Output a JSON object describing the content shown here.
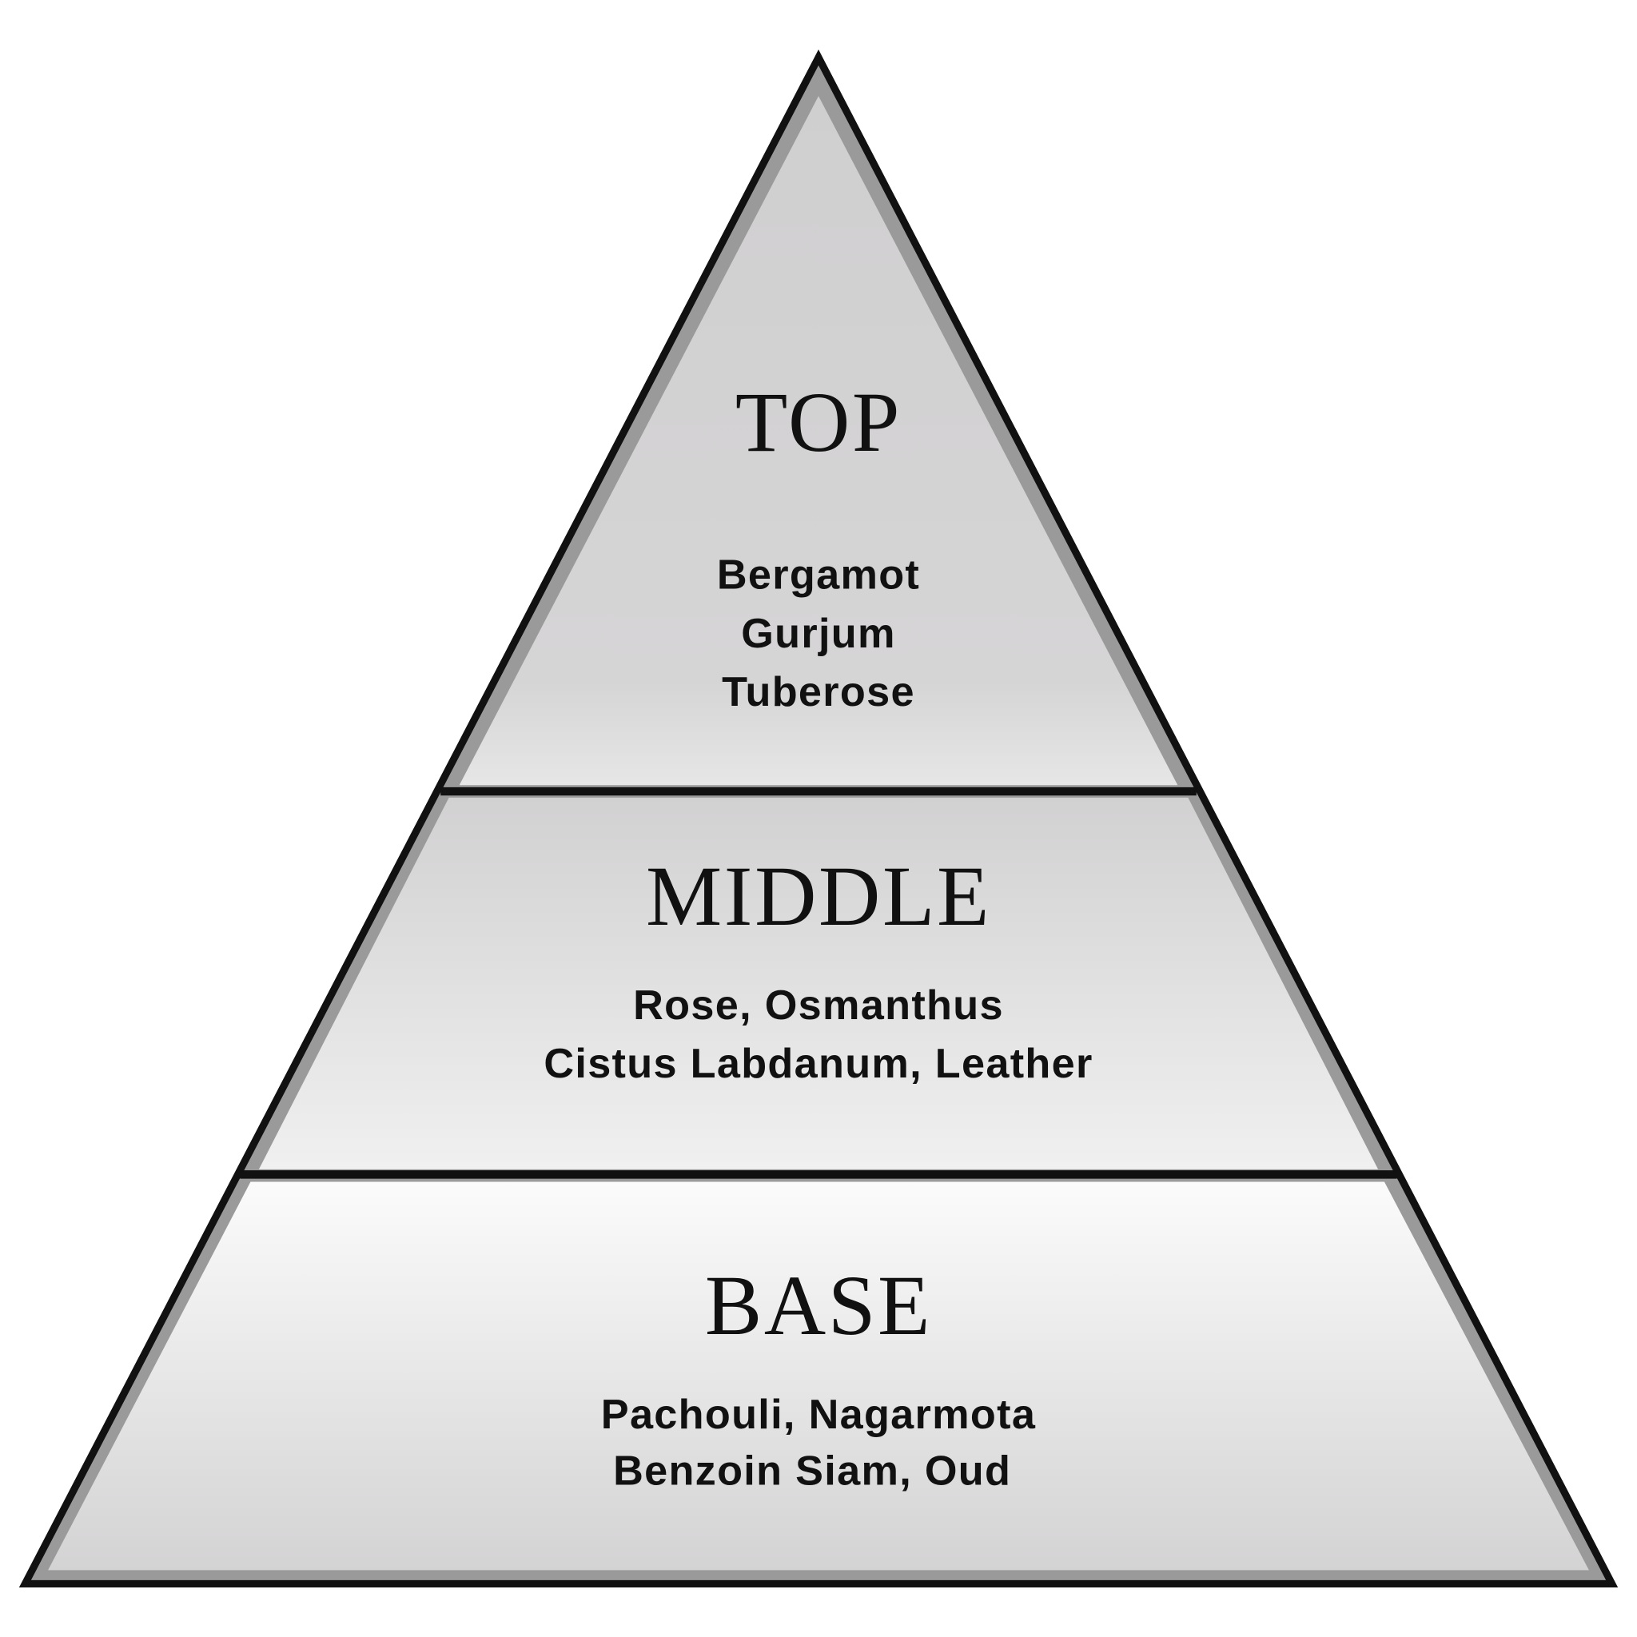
{
  "tiers": [
    {
      "label": "TOP",
      "notes": [
        "Bergamot",
        "Gurjum",
        "Tuberose"
      ]
    },
    {
      "label": "MIDDLE",
      "notes": [
        "Rose, Osmanthus",
        "Cistus Labdanum, Leather"
      ]
    },
    {
      "label": "BASE",
      "notes": [
        "Pachouli, Nagarmota",
        "Benzoin Siam, Oud"
      ]
    }
  ],
  "colors": {
    "outline": "#111111",
    "bevel": "#9a9a9a",
    "fill_dark": "#d0cfd0",
    "fill_light": "#f4f4f4"
  }
}
